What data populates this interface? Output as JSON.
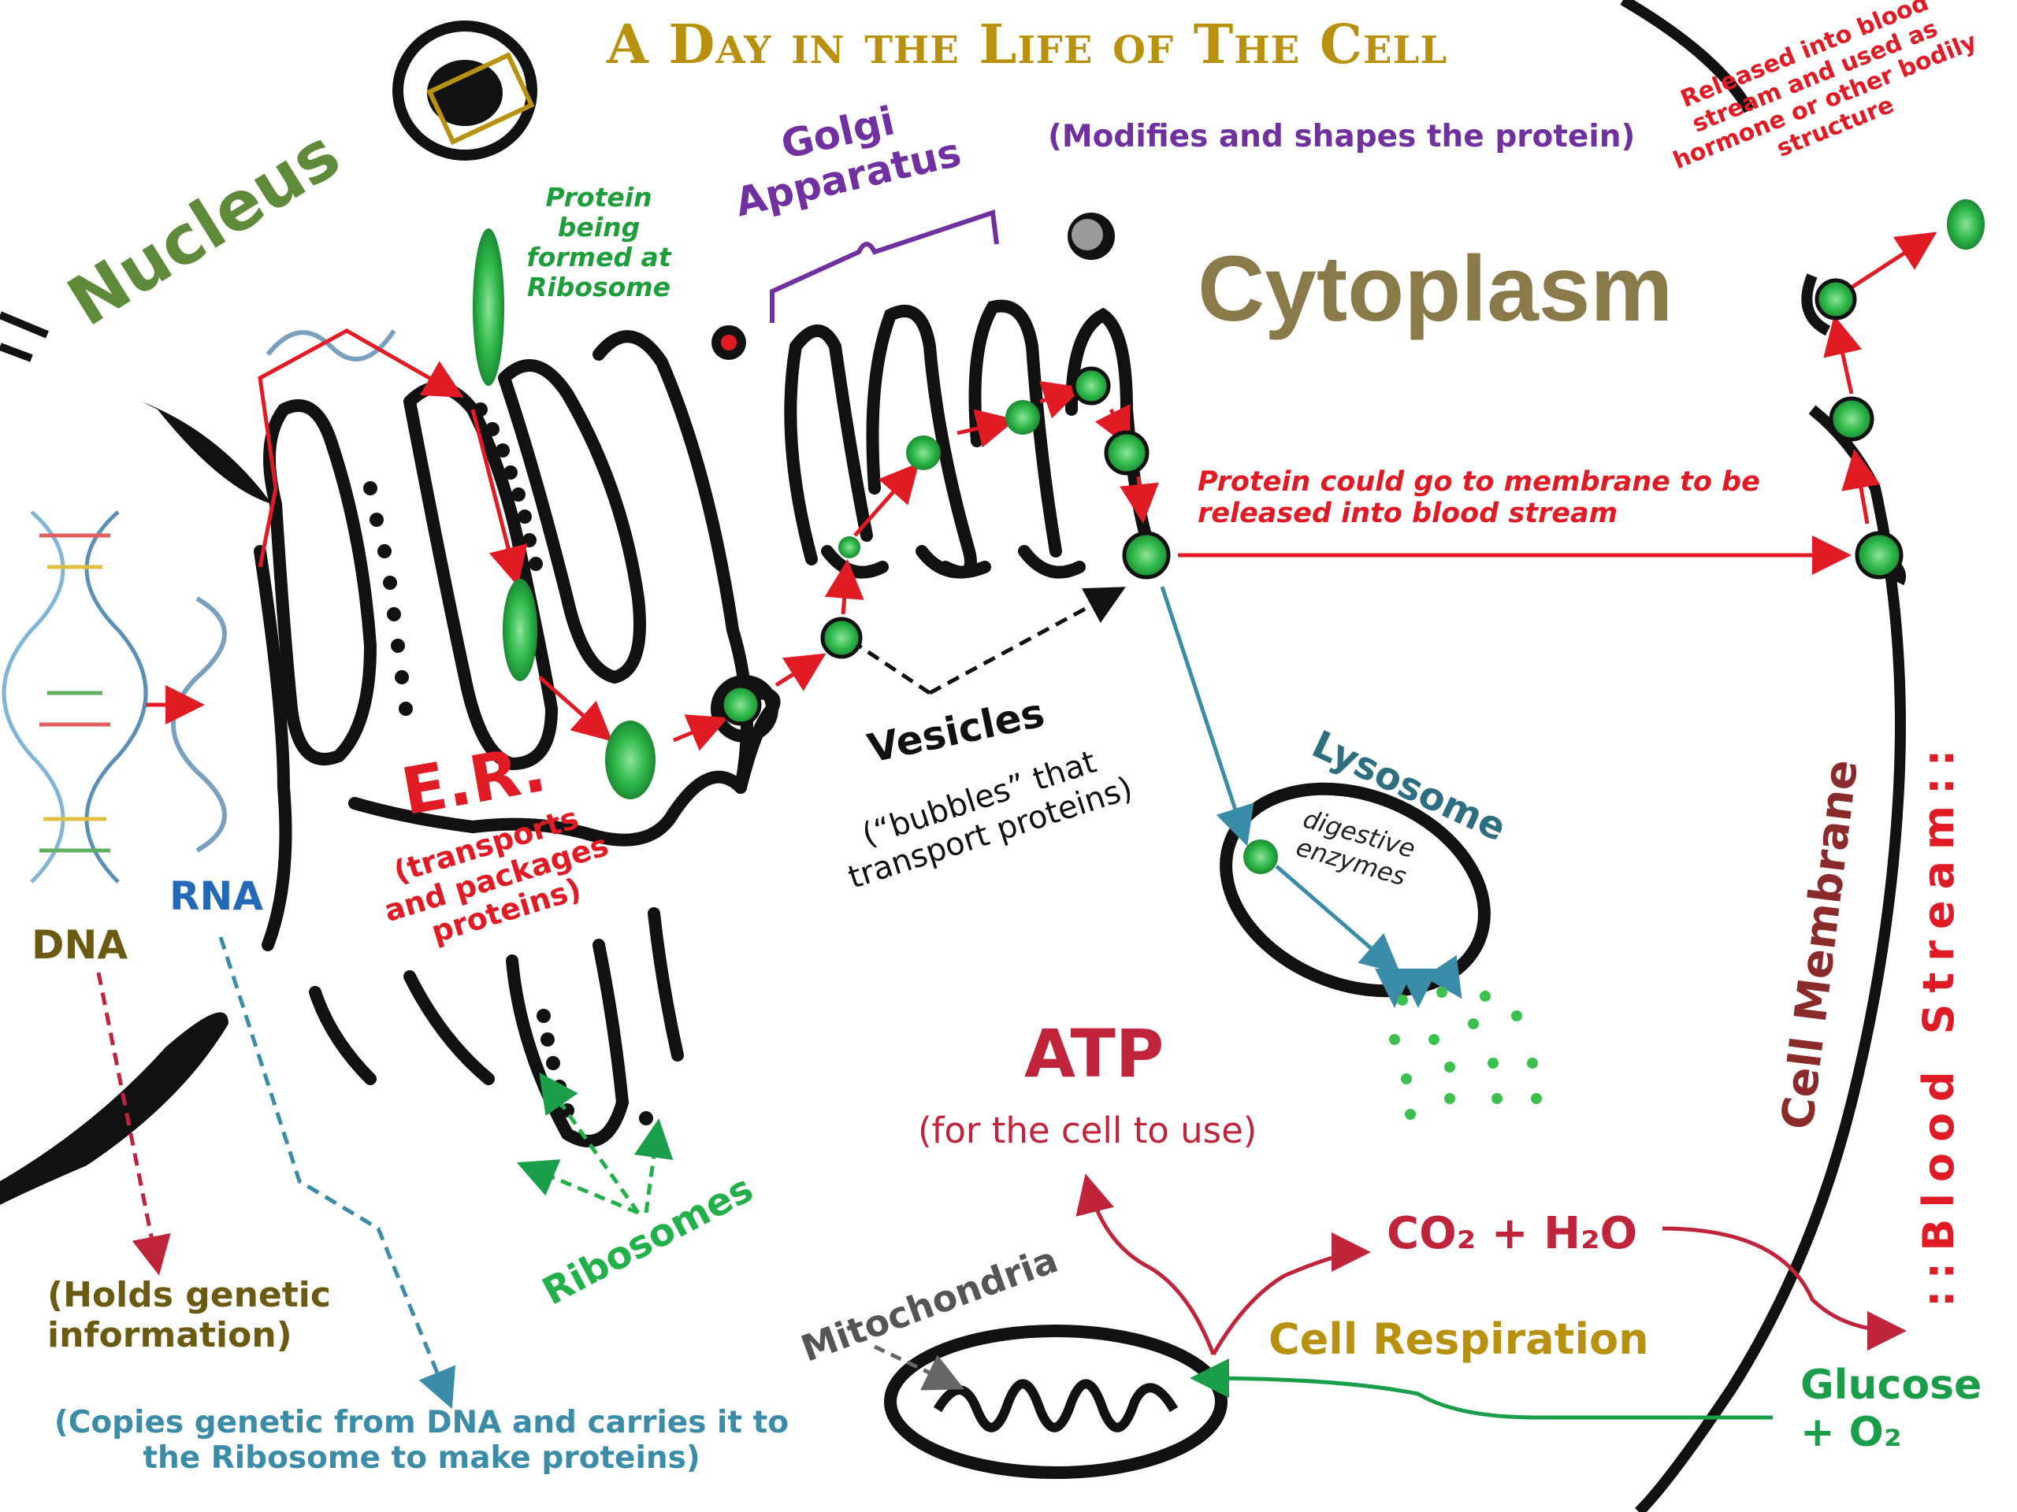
{
  "title": "A Day in the Life of The Cell",
  "labels": {
    "nucleus": "Nucleus",
    "protein_ribosome": "Protein being formed at Ribosome",
    "golgi": "Golgi Apparatus",
    "golgi_desc": "(Modifies and shapes the protein)",
    "cytoplasm": "Cytoplasm",
    "released": "Released into blood stream and used as hormone or other bodily structure",
    "protein_membrane": "Protein could go to membrane to be released into blood stream",
    "er": "E.R.",
    "er_desc": "(transports and packages proteins)",
    "vesicles": "Vesicles",
    "vesicles_desc": "(“bubbles” that transport proteins)",
    "lysosome": "Lysosome",
    "digestive": "digestive enzymes",
    "dna": "DNA",
    "rna": "RNA",
    "holds": "(Holds genetic information)",
    "copies": "(Copies genetic from DNA and carries it to the Ribosome to make proteins)",
    "ribosomes": "Ribosomes",
    "atp": "ATP",
    "atp_desc": "(for the cell to use)",
    "mitochondria": "Mitochondria",
    "cell_respiration": "Cell Respiration",
    "co2_h2o": "CO₂ + H₂O",
    "glucose": "Glucose + O₂",
    "cell_membrane": "Cell Membrane",
    "blood_stream": "::Blood Stream::"
  },
  "colors": {
    "title": "#b8920e",
    "nucleus": "#5f8a3a",
    "protein": "#1e9e3a",
    "golgi": "#7030a0",
    "cytoplasm": "#8a7a4a",
    "red": "#e01b24",
    "dna": "#6b5a12",
    "rna": "#2468b8",
    "teal": "#3a8ca8",
    "ribosomes": "#22b04a",
    "atp": "#c0243a",
    "cell_respiration": "#b8920e",
    "glucose": "#1a9e4a",
    "membrane": "#8b2a2a",
    "mitochondria": "#444444",
    "lysosome": "#2d6e80"
  },
  "icons": [
    "dna-helix-icon",
    "rna-strand-icon"
  ]
}
